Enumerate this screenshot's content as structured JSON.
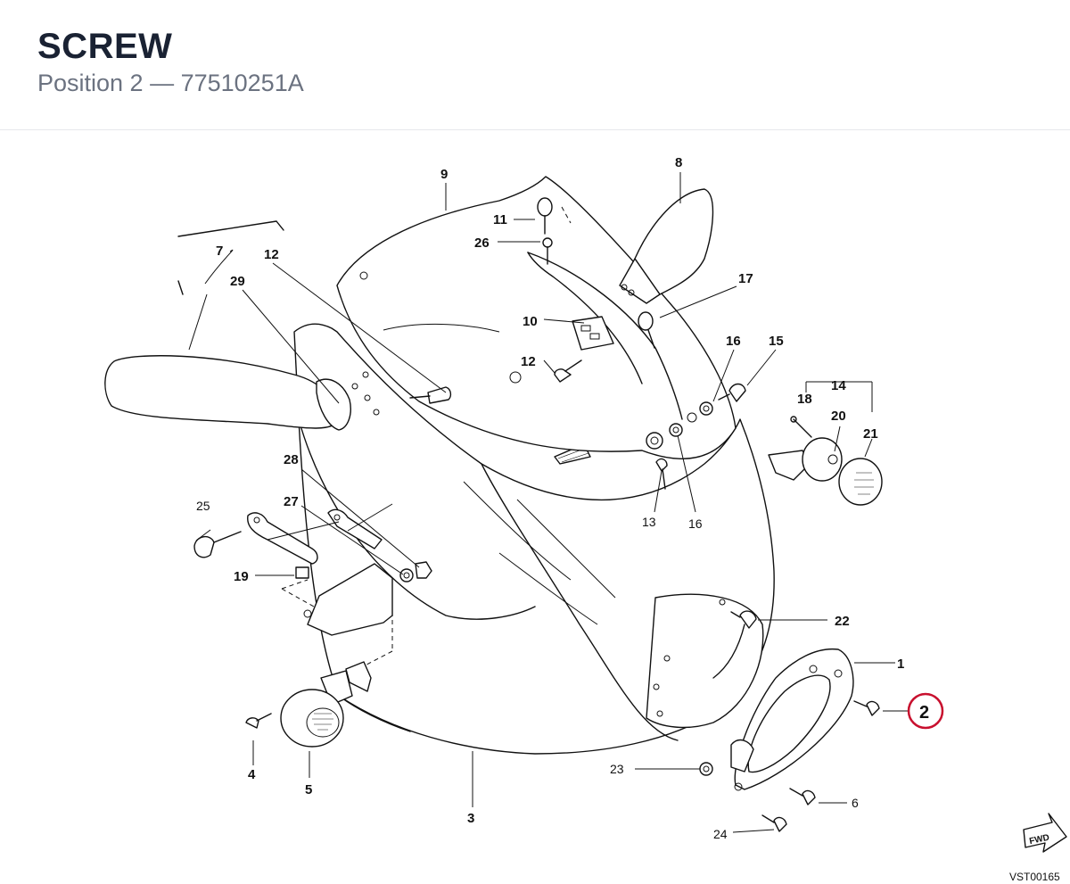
{
  "header": {
    "title": "SCREW",
    "subtitle": "Position 2 — 77510251A"
  },
  "diagram": {
    "highlight": "2",
    "drawing_code": "VST00165",
    "fwd_label": "FWD",
    "labels": {
      "p1": "1",
      "p2": "2",
      "p3": "3",
      "p4": "4",
      "p5": "5",
      "p6": "6",
      "p7": "7",
      "p8": "8",
      "p9": "9",
      "p10": "10",
      "p11": "11",
      "p12a": "12",
      "p12b": "12",
      "p13": "13",
      "p14": "14",
      "p15": "15",
      "p16a": "16",
      "p16b": "16",
      "p17": "17",
      "p18": "18",
      "p19": "19",
      "p20": "20",
      "p21": "21",
      "p22": "22",
      "p23": "23",
      "p24": "24",
      "p25": "25",
      "p26": "26",
      "p27": "27",
      "p28": "28",
      "p29": "29"
    }
  }
}
